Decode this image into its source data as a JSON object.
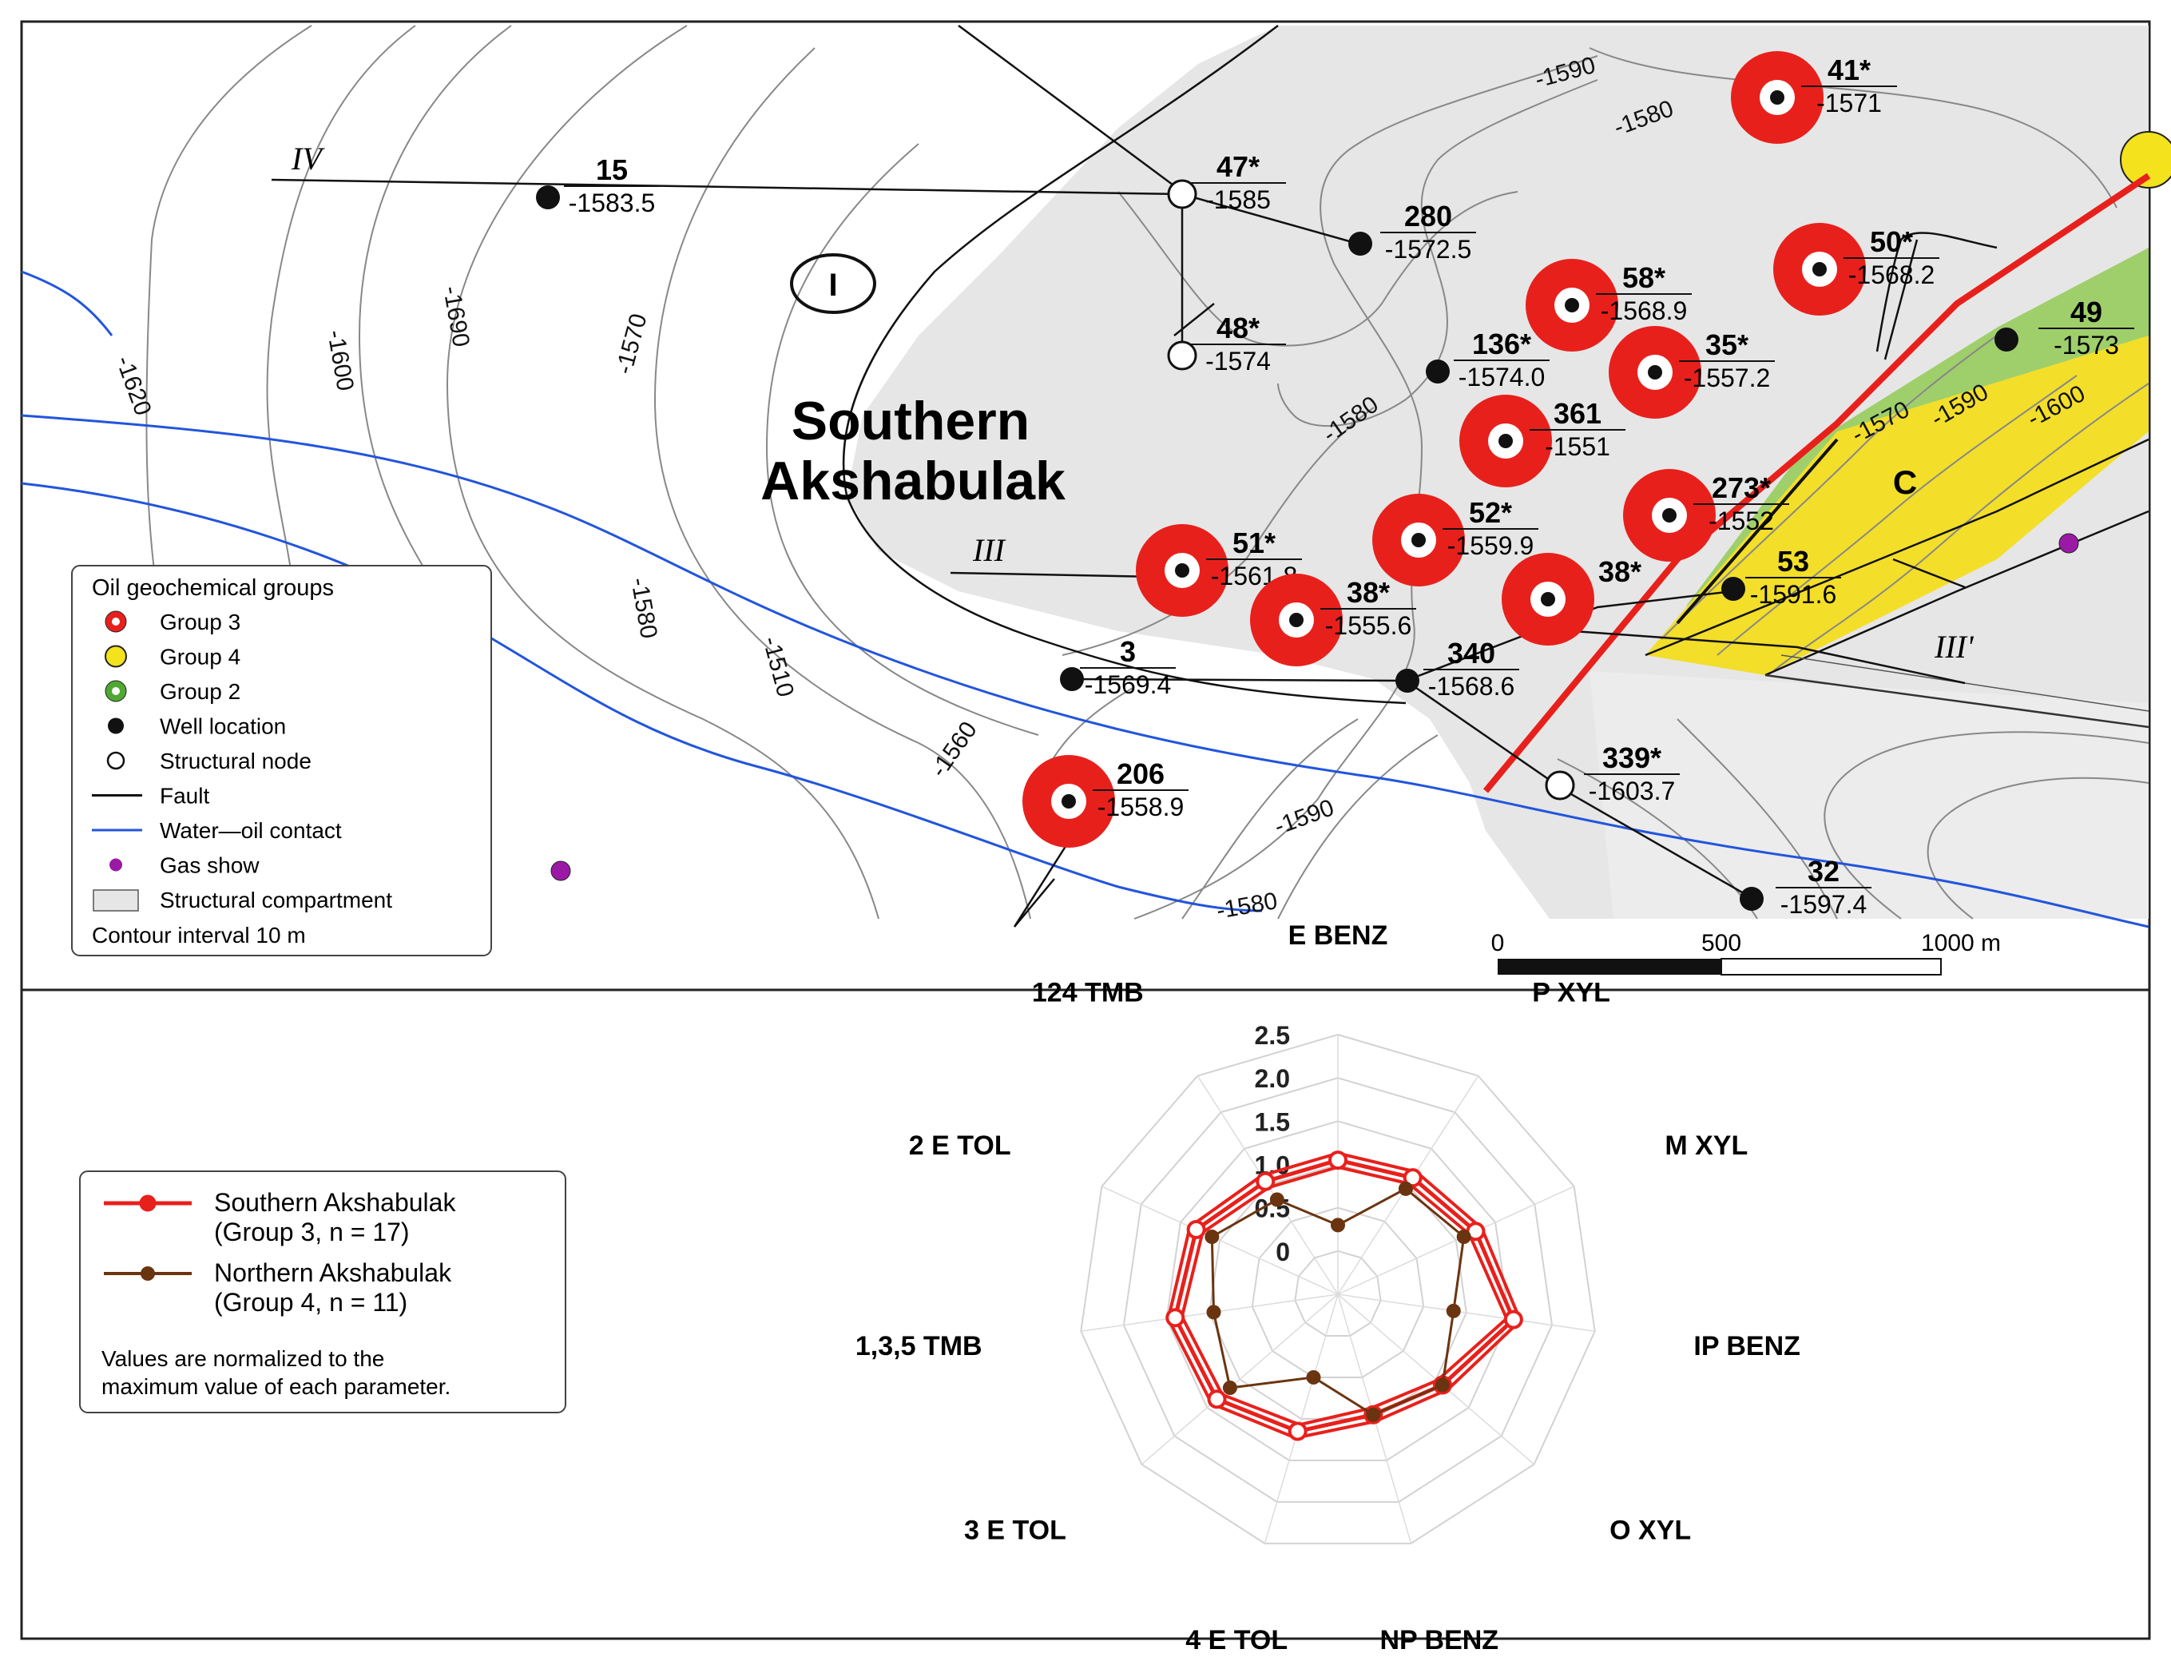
{
  "map": {
    "title_line1": "Southern",
    "title_line2": "Akshabulak",
    "block_label": "I",
    "compartment_label": "C",
    "profile_labels": {
      "IV": "IV",
      "III": "III",
      "III_prime": "III'"
    },
    "contour_labels": [
      "-1620",
      "-1600",
      "-1690",
      "-1570",
      "-1580",
      "-1510",
      "-1560",
      "-1590",
      "-1580",
      "-1590",
      "-1580",
      "-1580",
      "-1570",
      "-1590",
      "-1600"
    ],
    "wells": [
      {
        "id": "15",
        "value": "-1583.5",
        "type": "well"
      },
      {
        "id": "47*",
        "value": "-1585",
        "type": "node"
      },
      {
        "id": "48*",
        "value": "-1574",
        "type": "node"
      },
      {
        "id": "280",
        "value": "-1572.5",
        "type": "well"
      },
      {
        "id": "41*",
        "value": "-1571",
        "type": "group3"
      },
      {
        "id": "50*",
        "value": "-1568.2",
        "type": "group3"
      },
      {
        "id": "58*",
        "value": "-1568.9",
        "type": "group3"
      },
      {
        "id": "49",
        "value": "-1573",
        "type": "well"
      },
      {
        "id": "136*",
        "value": "-1574.0",
        "type": "well"
      },
      {
        "id": "35*",
        "value": "-1557.2",
        "type": "group3"
      },
      {
        "id": "361",
        "value": "-1551",
        "type": "group3"
      },
      {
        "id": "273*",
        "value": "-1552",
        "type": "group3"
      },
      {
        "id": "52*",
        "value": "-1559.9",
        "type": "group3"
      },
      {
        "id": "51*",
        "value": "-1561.8",
        "type": "group3"
      },
      {
        "id": "38*",
        "value": "-1555.6",
        "type": "group3"
      },
      {
        "id": "38*",
        "value": "",
        "type": "group3"
      },
      {
        "id": "53",
        "value": "-1591.6",
        "type": "well"
      },
      {
        "id": "3",
        "value": "-1569.4",
        "type": "well"
      },
      {
        "id": "340",
        "value": "-1568.6",
        "type": "well"
      },
      {
        "id": "206",
        "value": "-1558.9",
        "type": "group3"
      },
      {
        "id": "339*",
        "value": "-1603.7",
        "type": "node"
      },
      {
        "id": "32",
        "value": "-1597.4",
        "type": "well"
      }
    ],
    "scale": {
      "labels": [
        "0",
        "500",
        "1000 m"
      ]
    },
    "legend": {
      "title": "Oil geochemical groups",
      "items": [
        "Group 3",
        "Group 4",
        "Group 2",
        "Well location",
        "Structural node",
        "Fault",
        "Water—oil contact",
        "Gas show",
        "Structural compartment"
      ],
      "note": "Contour interval 10 m"
    },
    "colors": {
      "group3": "#e8201c",
      "group4": "#f3e21c",
      "group2": "#4fa832",
      "water_oil": "#2255dd",
      "gas": "#9b1aa5",
      "compartment": "#e6e6e6",
      "green_zone": "#9fcf6a",
      "yellow_zone": "#f3de2a"
    }
  },
  "chart_data": {
    "type": "radar",
    "axes": [
      "E BENZ",
      "P XYL",
      "M XYL",
      "IP BENZ",
      "O XYL",
      "NP BENZ",
      "4 E TOL",
      "3 E TOL",
      "1,3,5 TMB",
      "2 E TOL",
      "124 TMB"
    ],
    "rings": [
      "0",
      "0.5",
      "1.0",
      "1.5",
      "2.0",
      "2.5"
    ],
    "rmin": -0.5,
    "rmax": 2.5,
    "series": [
      {
        "name": "Southern Akshabulak",
        "name2": "(Group 3, n = 17)",
        "color": "#e8201c",
        "values": [
          1.05,
          1.1,
          1.25,
          1.55,
          1.1,
          0.95,
          1.15,
          1.35,
          1.4,
          1.3,
          1.05
        ]
      },
      {
        "name": "Northern Akshabulak",
        "name2": "(Group 4, n = 11)",
        "color": "#6b3410",
        "values": [
          0.3,
          0.95,
          1.1,
          0.85,
          1.1,
          0.95,
          0.5,
          1.15,
          0.95,
          1.1,
          0.8
        ]
      }
    ],
    "legend_note": "Values are normalized to the maximum value of each parameter."
  }
}
